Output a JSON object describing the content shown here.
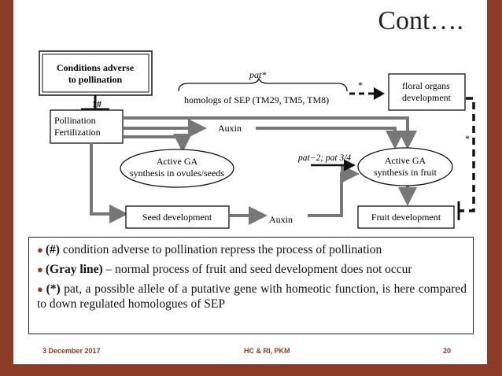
{
  "title": "Cont….",
  "diagram": {
    "conditions_box": [
      "Conditions adverse",
      "to pollination"
    ],
    "pollination_box": [
      "Pollination",
      "Fertilization"
    ],
    "repress_mark": "1#",
    "pat_label": "pat*",
    "sep_label": "homologs of SEP (TM29, TM5, TM8)",
    "star_top": "*",
    "star_right": "*",
    "floral_box": [
      "floral organs",
      "development"
    ],
    "auxin_top": "Auxin",
    "auxin_bottom": "Auxin",
    "active_ga_left": [
      "Active GA",
      "synthesis in ovules/seeds"
    ],
    "pat_alleles": "pat−2; pat 3/4",
    "active_ga_right": [
      "Active GA",
      "synthesis in fruit"
    ],
    "seed_dev": "Seed development",
    "fruit_dev": "Fruit development"
  },
  "bullets": [
    {
      "mark": "(#)",
      "text": " condition adverse to pollination repress the process of pollination"
    },
    {
      "mark": "(Gray line)",
      "text": " – normal process of fruit  and seed development does not occur"
    },
    {
      "mark": "(*)",
      "text": "  pat, a possible allele of a putative gene with homeotic function, is here compared to down regulated homologues of SEP"
    }
  ],
  "footer": {
    "date": "3 December 2017",
    "center": "HC & RI, PKM",
    "page": "20"
  },
  "colors": {
    "frame": "#8B3A26",
    "gray_line": "#777777"
  }
}
